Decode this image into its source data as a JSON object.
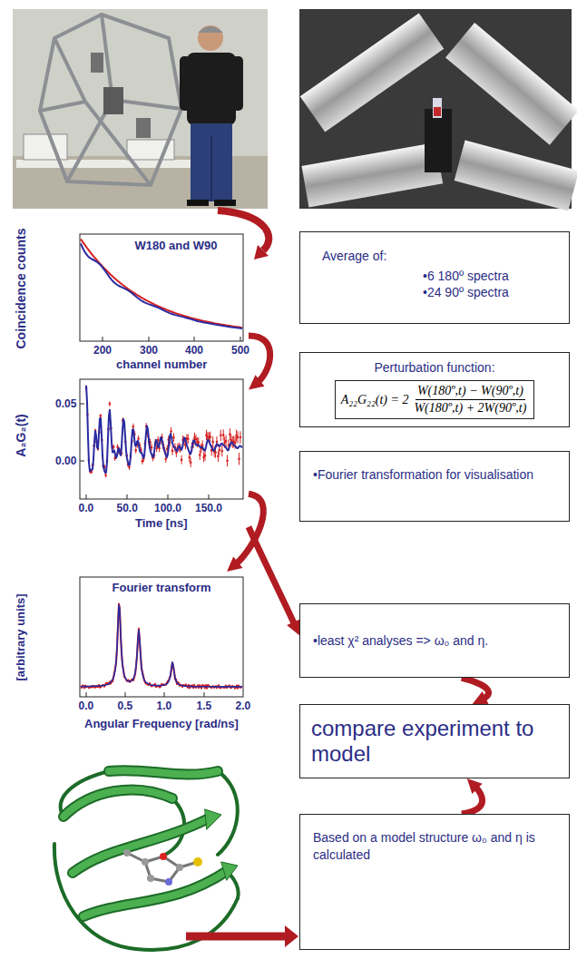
{
  "diagram": {
    "nodes": [
      {
        "text": [
          "W180 and W90",
          "Coincidence counts",
          "channel number"
        ]
      },
      {
        "text": [
          "Average of:",
          "•6 180º spectra",
          "•24 90º spectra"
        ]
      },
      {
        "text": [
          "Perturbation function:",
          "A₂₂G₂₂(t) = 2",
          "W(180º,t) − W(90º,t)",
          "W(180º,t) + 2W(90º,t)"
        ]
      },
      {
        "text": [
          "A₂G₂(t)",
          "Time [ns]"
        ]
      },
      {
        "text": [
          "•Fourier transformation for visualisation"
        ]
      },
      {
        "text": [
          "Fourier transform",
          "[arbitrary units]",
          "Angular Frequency [rad/ns]"
        ]
      },
      {
        "text": [
          "•least χ² analyses => ω₀ and η."
        ]
      },
      {
        "text": [
          "compare experiment to model"
        ]
      },
      {
        "text": [
          "Based on a model structure ω₀ and η is calculated"
        ]
      }
    ],
    "edges": [
      {
        "from": 0,
        "to": 3,
        "arrow": "to"
      },
      {
        "from": 3,
        "to": 5,
        "arrow": "to"
      },
      {
        "from": 3,
        "to": 6,
        "arrow": "to"
      },
      {
        "from": 6,
        "to": 7,
        "arrow": "to"
      },
      {
        "from": 8,
        "to": 7,
        "arrow": "to"
      }
    ],
    "labels": [
      "200",
      "300",
      "400",
      "500",
      "0.05",
      "0.00",
      "0.0",
      "50.0",
      "100.0",
      "150.0",
      "0.0",
      "0.5",
      "1.0",
      "1.5",
      "2.0"
    ]
  }
}
